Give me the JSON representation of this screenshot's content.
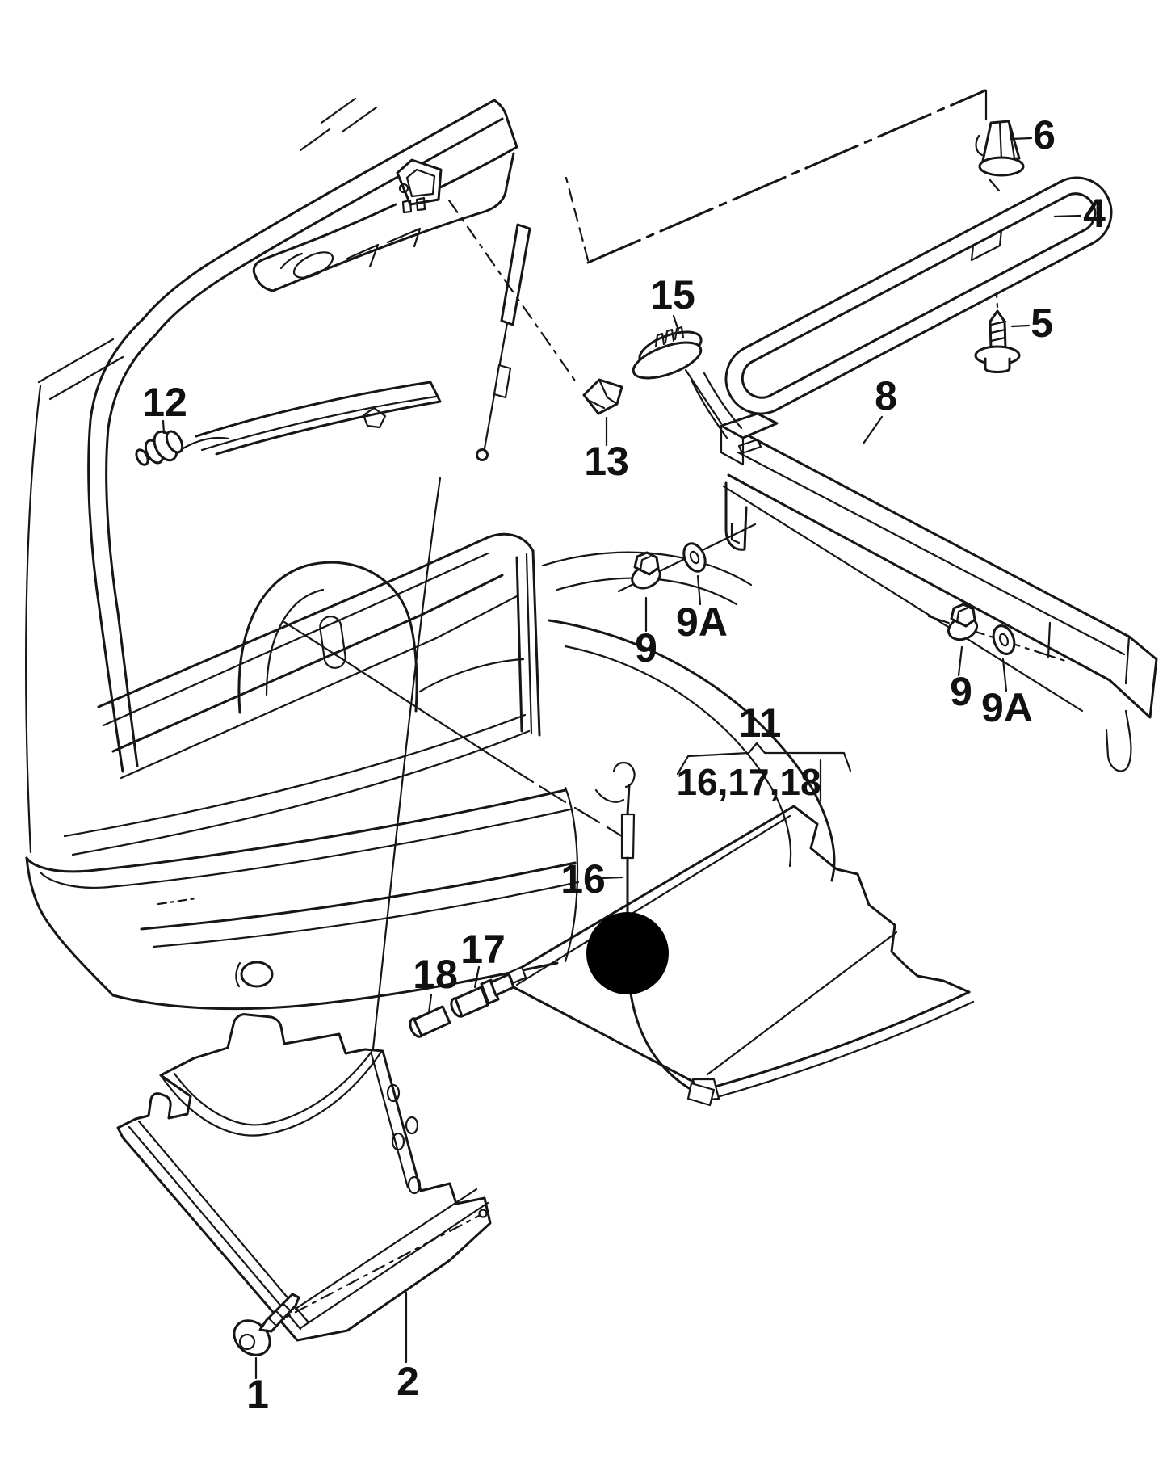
{
  "diagram": {
    "kind": "exploded-parts-line-drawing",
    "paper_color": "#ffffff",
    "ink_color": "#161616",
    "censor_dot_color": "#000000"
  },
  "callouts": {
    "c1": {
      "text": "1"
    },
    "c2": {
      "text": "2"
    },
    "c4": {
      "text": "4"
    },
    "c5": {
      "text": "5"
    },
    "c6": {
      "text": "6"
    },
    "c8": {
      "text": "8"
    },
    "c9_left": {
      "text": "9"
    },
    "c9a_left": {
      "text": "9A"
    },
    "c9_right": {
      "text": "9"
    },
    "c9a_right": {
      "text": "9A"
    },
    "c11": {
      "text": "11"
    },
    "c11_group": {
      "text": "16,17,18"
    },
    "c12": {
      "text": "12"
    },
    "c13": {
      "text": "13"
    },
    "c15": {
      "text": "15"
    },
    "c16": {
      "text": "16"
    },
    "c17": {
      "text": "17"
    },
    "c18": {
      "text": "18"
    }
  }
}
